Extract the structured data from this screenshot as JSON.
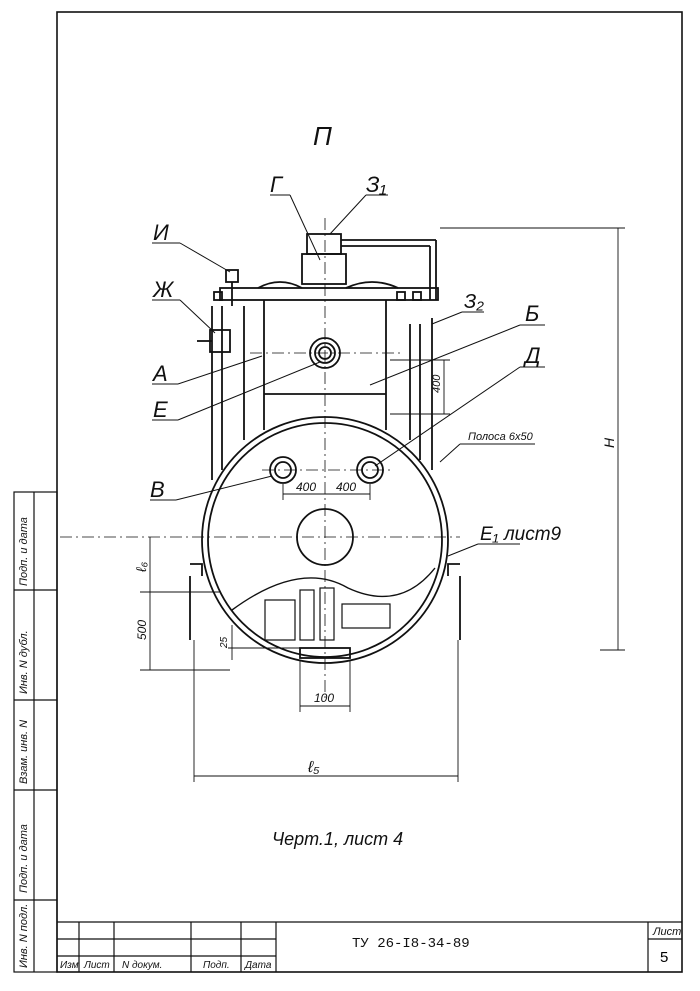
{
  "view_label": "П",
  "callouts": {
    "g": "Г",
    "z1": "З₁",
    "i": "И",
    "zh": "Ж",
    "z2": "З₂",
    "b": "Б",
    "a": "А",
    "d": "Д",
    "e": "Е",
    "strip": "Полоса 6х50",
    "v": "В",
    "e1": "Е₁ лист9"
  },
  "dimensions": {
    "h400": "400",
    "left400": "400",
    "right400": "400",
    "h": "Н",
    "l6": "ℓ₆",
    "d500": "500",
    "d25": "25",
    "d100": "100",
    "l5": "ℓ₅"
  },
  "caption": "Черт.1, лист 4",
  "side_stamp": [
    "Инв. N подл.",
    "Подп. и дата",
    "Взам. инв. N",
    "Инв. N дубл.",
    "Подп. и дата"
  ],
  "title_block": {
    "designation": "ТУ 26-I8-34-89",
    "sheet_label": "Лист",
    "sheet_number": "5",
    "headers": [
      "Изм",
      "Лист",
      "N докум.",
      "Подп.",
      "Дата"
    ]
  }
}
